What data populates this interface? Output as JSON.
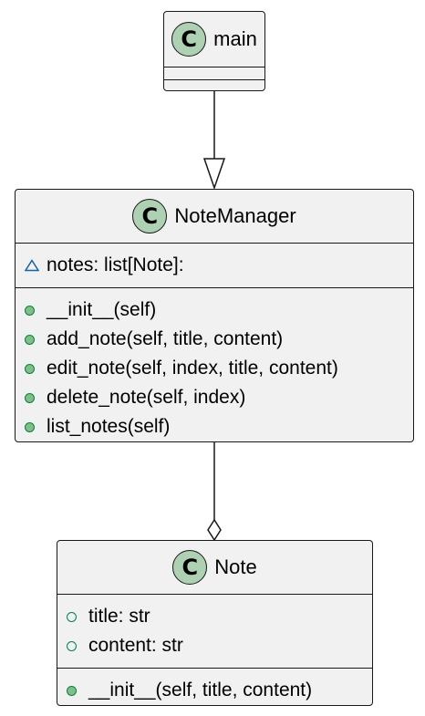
{
  "diagram": {
    "classes": {
      "main": {
        "badge": "C",
        "name": "main"
      },
      "note_manager": {
        "badge": "C",
        "name": "NoteManager",
        "attributes": [
          {
            "visibility": "package",
            "text": "notes: list[Note]:"
          }
        ],
        "methods": [
          {
            "visibility": "public",
            "text": "__init__(self)"
          },
          {
            "visibility": "public",
            "text": "add_note(self, title, content)"
          },
          {
            "visibility": "public",
            "text": "edit_note(self, index, title, content)"
          },
          {
            "visibility": "public",
            "text": "delete_note(self, index)"
          },
          {
            "visibility": "public",
            "text": "list_notes(self)"
          }
        ]
      },
      "note": {
        "badge": "C",
        "name": "Note",
        "attributes": [
          {
            "visibility": "public-field",
            "text": "title: str"
          },
          {
            "visibility": "public-field",
            "text": "content: str"
          }
        ],
        "methods": [
          {
            "visibility": "public",
            "text": "__init__(self, title, content)"
          }
        ]
      }
    },
    "relations": [
      {
        "from": "main",
        "to": "NoteManager",
        "type": "inheritance"
      },
      {
        "from": "NoteManager",
        "to": "Note",
        "type": "aggregation"
      }
    ],
    "colors": {
      "box_fill": "#f1f1f1",
      "border": "#181818",
      "badge_fill": "#add1b2",
      "visibility_green": "#038048",
      "visibility_fill": "#84be84",
      "package_blue": "#1963a0"
    }
  }
}
